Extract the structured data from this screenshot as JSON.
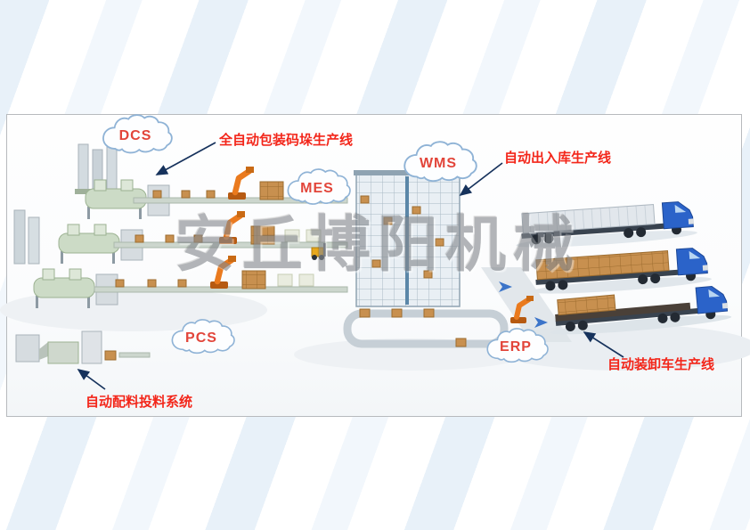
{
  "watermark": "安丘博阳机械",
  "clouds": {
    "dcs": "DCS",
    "mes": "MES",
    "wms": "WMS",
    "pcs": "PCS",
    "erp": "ERP"
  },
  "annotations": {
    "packaging_line": "全自动包装码垛生产线",
    "inout_warehouse_line": "自动出入库生产线",
    "batching_system": "自动配料投料系统",
    "loading_line": "自动装卸车生产线"
  },
  "colors": {
    "annotation_text": "#f3261a",
    "cloud_label": "#e2453a",
    "cloud_outline": "#8fb3d6",
    "arrow": "#16325c",
    "truck_blue": "#2b63c9",
    "robot_orange": "#ea7a1e",
    "box_brown": "#c8904f",
    "rack_gray": "#a9b9c5",
    "machine_green": "#ccdbc6",
    "stripe_blue": "#e8f1f9"
  }
}
